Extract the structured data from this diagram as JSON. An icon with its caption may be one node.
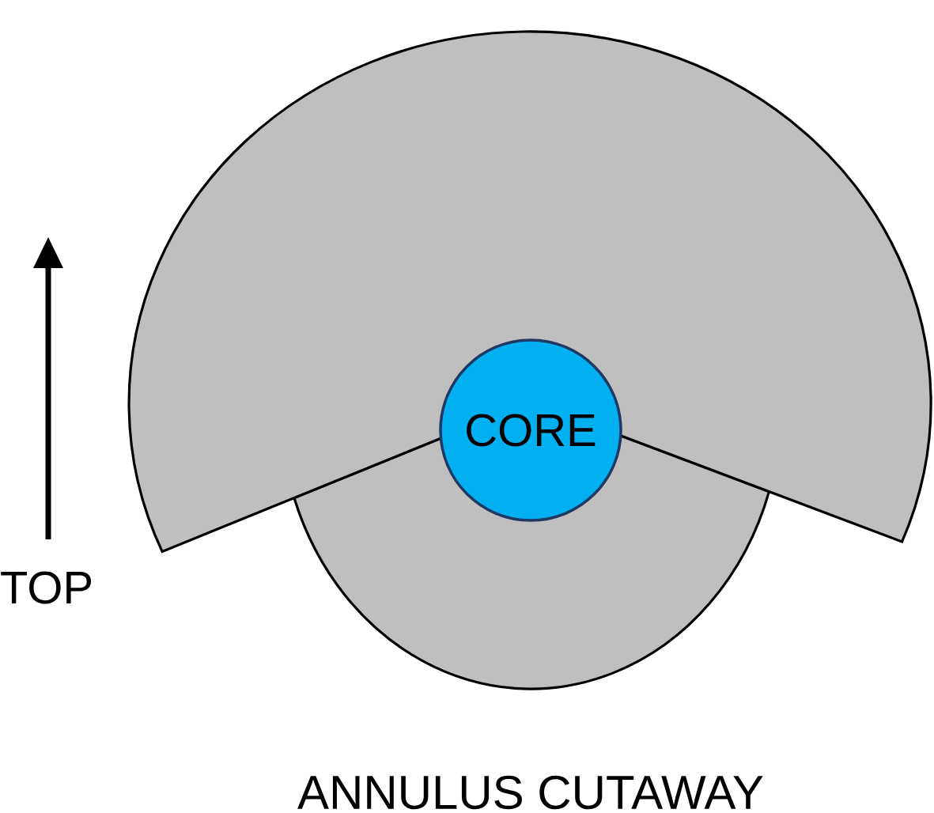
{
  "diagram": {
    "caption": "ANNULUS CUTAWAY",
    "nodes": [
      {
        "text": [
          "CORE"
        ]
      }
    ],
    "labels": [
      "TOP"
    ]
  }
}
